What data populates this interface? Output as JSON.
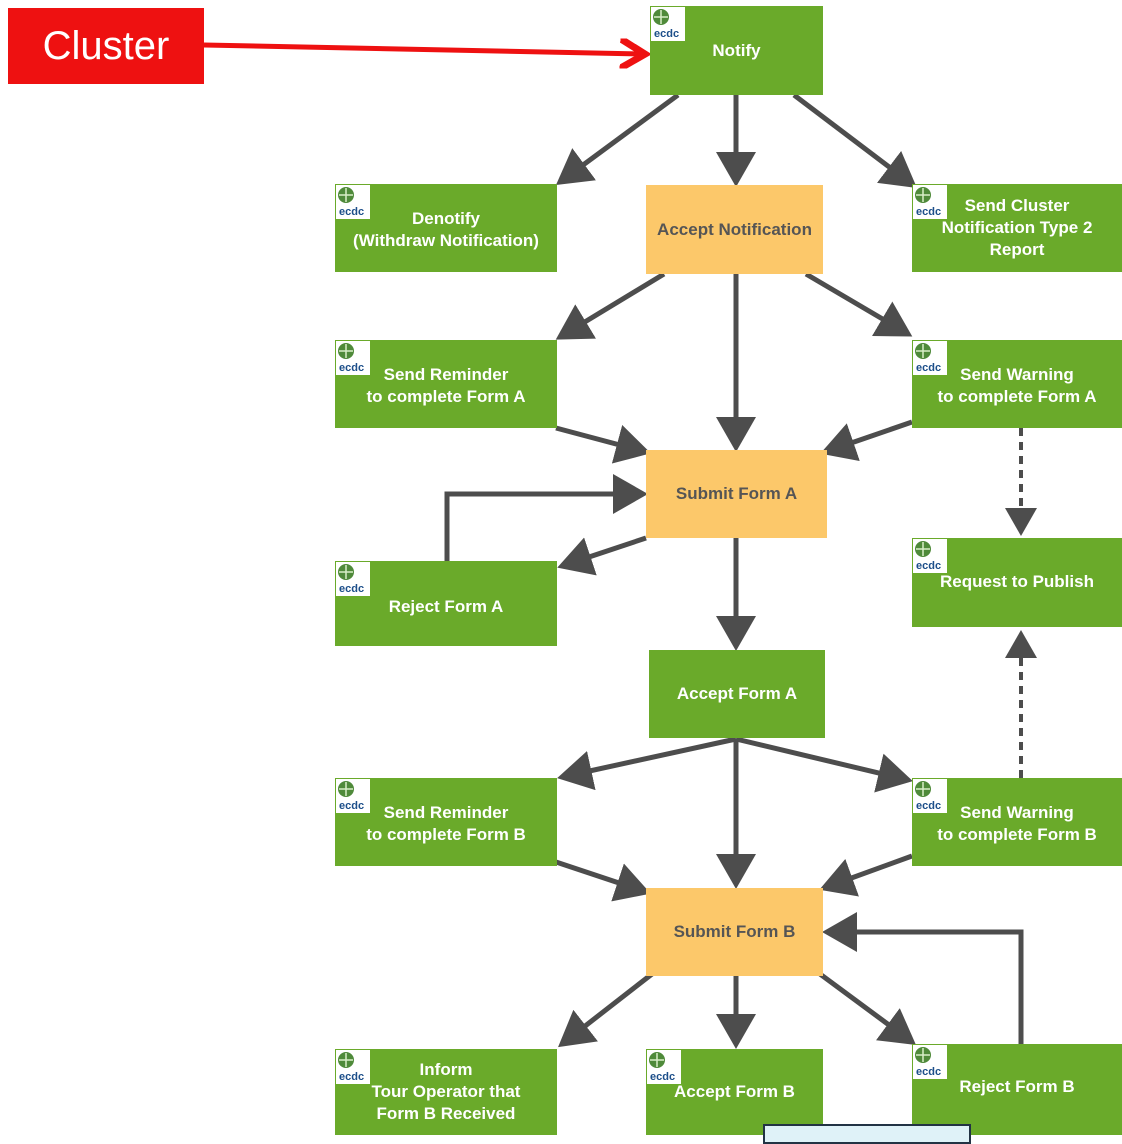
{
  "tag": {
    "label": "Cluster",
    "color": "#ee1111"
  },
  "colors": {
    "green": "#6aaa2a",
    "orange": "#fcc86a",
    "arrow": "#4d4d4d",
    "logo_text": "ecdc"
  },
  "logo_text": "ecdc",
  "nodes": {
    "notify": "Notify",
    "denotify": "Denotify\n(Withdraw Notification)",
    "accept_notification": "Accept Notification",
    "send_cluster_report": "Send Cluster\nNotification Type 2\nReport",
    "reminder_form_a": "Send Reminder\nto complete Form A",
    "warning_form_a": "Send Warning\nto complete Form A",
    "submit_form_a": "Submit Form A",
    "reject_form_a": "Reject Form A",
    "request_publish": "Request to Publish",
    "accept_form_a": "Accept Form A",
    "reminder_form_b": "Send Reminder\nto complete Form B",
    "warning_form_b": "Send Warning\nto complete Form B",
    "submit_form_b": "Submit Form B",
    "inform_tour_operator": "Inform\nTour Operator that\nForm B Received",
    "accept_form_b": "Accept Form B",
    "reject_form_b": "Reject Form B"
  }
}
